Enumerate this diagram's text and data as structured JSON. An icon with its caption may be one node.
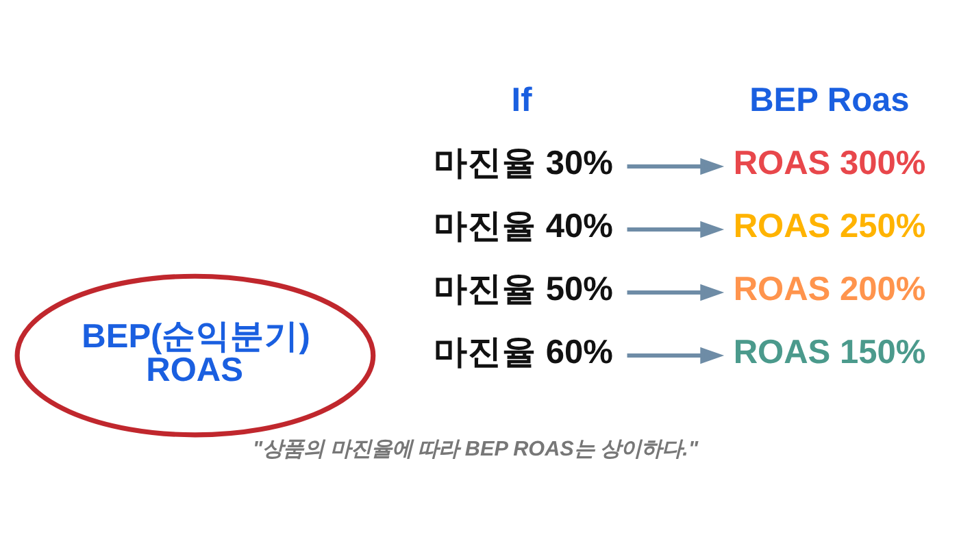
{
  "diagram": {
    "caption": "\"상품의 마진율에 따라 BEP ROAS는 상이하다.\"",
    "nodes": [
      {
        "text": [
          "BEP(순익분기) ROAS"
        ]
      },
      {
        "text": [
          "마진율 30%"
        ]
      },
      {
        "text": [
          "ROAS 300%"
        ]
      },
      {
        "text": [
          "마진율 40%"
        ]
      },
      {
        "text": [
          "ROAS 250%"
        ]
      },
      {
        "text": [
          "마진율 50%"
        ]
      },
      {
        "text": [
          "ROAS 200%"
        ]
      },
      {
        "text": [
          "마진율 60%"
        ]
      },
      {
        "text": [
          "ROAS 150%"
        ]
      }
    ],
    "edges": [
      {
        "from": 1,
        "to": 2,
        "arrow": "to"
      },
      {
        "from": 3,
        "to": 4,
        "arrow": "to"
      },
      {
        "from": 5,
        "to": 6,
        "arrow": "to"
      },
      {
        "from": 7,
        "to": 8,
        "arrow": "to"
      }
    ],
    "labels": [
      "If",
      "BEP Roas"
    ]
  }
}
